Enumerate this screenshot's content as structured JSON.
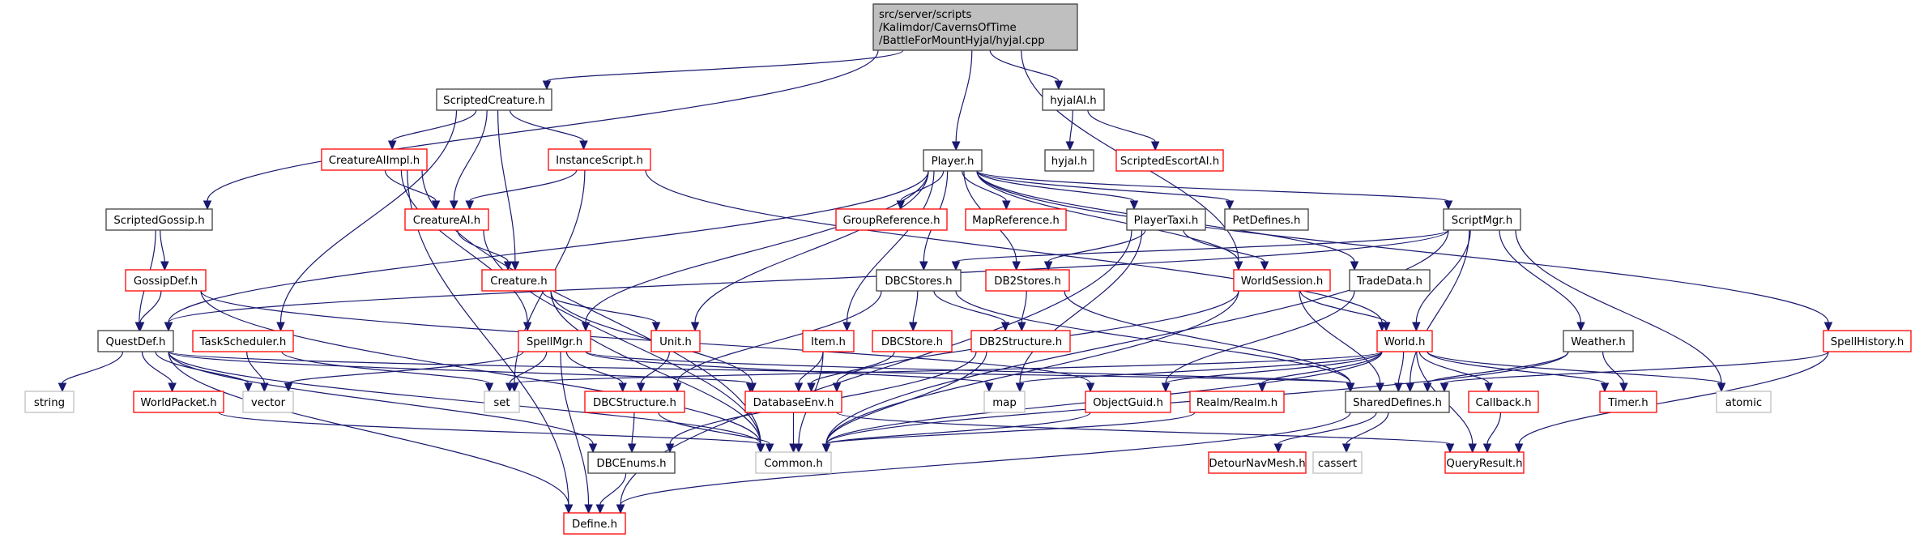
{
  "graph": {
    "title": "src/server/scripts/Kalimdor/CavernsOfTime/BattleForMountHyjal/hyjal.cpp",
    "colors": {
      "edge": "#191970",
      "root_fill": "#bfbfbf",
      "documented_border": "#404040",
      "undocumented_border": "#ff0000",
      "external_border": "#bfbfbf"
    },
    "nodes": [
      {
        "id": "root",
        "label": [
          "src/server/scripts",
          "/Kalimdor/CavernsOfTime",
          "/BattleForMountHyjal/hyjal.cpp"
        ],
        "kind": "root"
      },
      {
        "id": "ScriptedCreature",
        "label": [
          "ScriptedCreature.h"
        ],
        "kind": "doc"
      },
      {
        "id": "hyjalAI",
        "label": [
          "hyjalAI.h"
        ],
        "kind": "doc"
      },
      {
        "id": "CreatureAIImpl",
        "label": [
          "CreatureAIImpl.h"
        ],
        "kind": "red"
      },
      {
        "id": "InstanceScript",
        "label": [
          "InstanceScript.h"
        ],
        "kind": "red"
      },
      {
        "id": "Player",
        "label": [
          "Player.h"
        ],
        "kind": "doc"
      },
      {
        "id": "hyjal",
        "label": [
          "hyjal.h"
        ],
        "kind": "doc"
      },
      {
        "id": "ScriptedEscortAI",
        "label": [
          "ScriptedEscortAI.h"
        ],
        "kind": "red"
      },
      {
        "id": "ScriptedGossip",
        "label": [
          "ScriptedGossip.h"
        ],
        "kind": "doc"
      },
      {
        "id": "CreatureAI",
        "label": [
          "CreatureAI.h"
        ],
        "kind": "red"
      },
      {
        "id": "GroupReference",
        "label": [
          "GroupReference.h"
        ],
        "kind": "red"
      },
      {
        "id": "MapReference",
        "label": [
          "MapReference.h"
        ],
        "kind": "red"
      },
      {
        "id": "PlayerTaxi",
        "label": [
          "PlayerTaxi.h"
        ],
        "kind": "doc"
      },
      {
        "id": "PetDefines",
        "label": [
          "PetDefines.h"
        ],
        "kind": "doc"
      },
      {
        "id": "ScriptMgr",
        "label": [
          "ScriptMgr.h"
        ],
        "kind": "doc"
      },
      {
        "id": "GossipDef",
        "label": [
          "GossipDef.h"
        ],
        "kind": "red"
      },
      {
        "id": "Creature",
        "label": [
          "Creature.h"
        ],
        "kind": "red"
      },
      {
        "id": "DBCStores",
        "label": [
          "DBCStores.h"
        ],
        "kind": "doc"
      },
      {
        "id": "DB2Stores",
        "label": [
          "DB2Stores.h"
        ],
        "kind": "red"
      },
      {
        "id": "WorldSession",
        "label": [
          "WorldSession.h"
        ],
        "kind": "red"
      },
      {
        "id": "TradeData",
        "label": [
          "TradeData.h"
        ],
        "kind": "doc"
      },
      {
        "id": "QuestDef",
        "label": [
          "QuestDef.h"
        ],
        "kind": "doc"
      },
      {
        "id": "TaskScheduler",
        "label": [
          "TaskScheduler.h"
        ],
        "kind": "red"
      },
      {
        "id": "SpellMgr",
        "label": [
          "SpellMgr.h"
        ],
        "kind": "red"
      },
      {
        "id": "Unit",
        "label": [
          "Unit.h"
        ],
        "kind": "red"
      },
      {
        "id": "Item",
        "label": [
          "Item.h"
        ],
        "kind": "red"
      },
      {
        "id": "DBCStore",
        "label": [
          "DBCStore.h"
        ],
        "kind": "red"
      },
      {
        "id": "DB2Structure",
        "label": [
          "DB2Structure.h"
        ],
        "kind": "red"
      },
      {
        "id": "World",
        "label": [
          "World.h"
        ],
        "kind": "red"
      },
      {
        "id": "Weather",
        "label": [
          "Weather.h"
        ],
        "kind": "doc"
      },
      {
        "id": "SpellHistory",
        "label": [
          "SpellHistory.h"
        ],
        "kind": "red"
      },
      {
        "id": "string",
        "label": [
          "string"
        ],
        "kind": "ext"
      },
      {
        "id": "WorldPacket",
        "label": [
          "WorldPacket.h"
        ],
        "kind": "red"
      },
      {
        "id": "vector",
        "label": [
          "vector"
        ],
        "kind": "ext"
      },
      {
        "id": "set",
        "label": [
          "set"
        ],
        "kind": "ext"
      },
      {
        "id": "DBCStructure",
        "label": [
          "DBCStructure.h"
        ],
        "kind": "red"
      },
      {
        "id": "DatabaseEnv",
        "label": [
          "DatabaseEnv.h"
        ],
        "kind": "red"
      },
      {
        "id": "map",
        "label": [
          "map"
        ],
        "kind": "ext"
      },
      {
        "id": "ObjectGuid",
        "label": [
          "ObjectGuid.h"
        ],
        "kind": "red"
      },
      {
        "id": "RealmRealm",
        "label": [
          "Realm/Realm.h"
        ],
        "kind": "red"
      },
      {
        "id": "SharedDefines",
        "label": [
          "SharedDefines.h"
        ],
        "kind": "doc"
      },
      {
        "id": "Callback",
        "label": [
          "Callback.h"
        ],
        "kind": "red"
      },
      {
        "id": "Timer",
        "label": [
          "Timer.h"
        ],
        "kind": "red"
      },
      {
        "id": "atomic",
        "label": [
          "atomic"
        ],
        "kind": "ext"
      },
      {
        "id": "DBCEnums",
        "label": [
          "DBCEnums.h"
        ],
        "kind": "doc"
      },
      {
        "id": "Common",
        "label": [
          "Common.h"
        ],
        "kind": "ext"
      },
      {
        "id": "DetourNavMesh",
        "label": [
          "DetourNavMesh.h"
        ],
        "kind": "red"
      },
      {
        "id": "cassert",
        "label": [
          "cassert"
        ],
        "kind": "ext"
      },
      {
        "id": "QueryResult",
        "label": [
          "QueryResult.h"
        ],
        "kind": "red"
      },
      {
        "id": "Define",
        "label": [
          "Define.h"
        ],
        "kind": "red"
      }
    ],
    "edges": [
      [
        "root",
        "ScriptedCreature"
      ],
      [
        "root",
        "Player"
      ],
      [
        "root",
        "hyjalAI"
      ],
      [
        "root",
        "ScriptedGossip"
      ],
      [
        "root",
        "WorldSession"
      ],
      [
        "ScriptedCreature",
        "CreatureAIImpl"
      ],
      [
        "ScriptedCreature",
        "CreatureAI"
      ],
      [
        "ScriptedCreature",
        "InstanceScript"
      ],
      [
        "ScriptedCreature",
        "Creature"
      ],
      [
        "ScriptedCreature",
        "TaskScheduler"
      ],
      [
        "hyjalAI",
        "hyjal"
      ],
      [
        "hyjalAI",
        "ScriptedEscortAI"
      ],
      [
        "CreatureAIImpl",
        "CreatureAI"
      ],
      [
        "CreatureAIImpl",
        "SpellMgr"
      ],
      [
        "CreatureAIImpl",
        "Define"
      ],
      [
        "CreatureAIImpl",
        "Common"
      ],
      [
        "InstanceScript",
        "CreatureAI"
      ],
      [
        "InstanceScript",
        "World"
      ],
      [
        "InstanceScript",
        "set"
      ],
      [
        "CreatureAI",
        "Creature"
      ],
      [
        "CreatureAI",
        "Common"
      ],
      [
        "Player",
        "GroupReference"
      ],
      [
        "Player",
        "MapReference"
      ],
      [
        "Player",
        "PlayerTaxi"
      ],
      [
        "Player",
        "PetDefines"
      ],
      [
        "Player",
        "ScriptMgr"
      ],
      [
        "Player",
        "DBCStores"
      ],
      [
        "Player",
        "DB2Stores"
      ],
      [
        "Player",
        "WorldSession"
      ],
      [
        "Player",
        "TradeData"
      ],
      [
        "Player",
        "SpellHistory"
      ],
      [
        "Player",
        "QuestDef"
      ],
      [
        "Player",
        "SpellMgr"
      ],
      [
        "Player",
        "Unit"
      ],
      [
        "Player",
        "Item"
      ],
      [
        "ScriptedGossip",
        "GossipDef"
      ],
      [
        "ScriptedGossip",
        "QuestDef"
      ],
      [
        "GossipDef",
        "QuestDef"
      ],
      [
        "GossipDef",
        "ObjectGuid"
      ],
      [
        "GossipDef",
        "Common"
      ],
      [
        "Creature",
        "Unit"
      ],
      [
        "Creature",
        "DatabaseEnv"
      ],
      [
        "Creature",
        "Common"
      ],
      [
        "PlayerTaxi",
        "DB2Stores"
      ],
      [
        "PlayerTaxi",
        "WorldSession"
      ],
      [
        "PlayerTaxi",
        "map"
      ],
      [
        "PlayerTaxi",
        "Define"
      ],
      [
        "ScriptMgr",
        "World"
      ],
      [
        "ScriptMgr",
        "Weather"
      ],
      [
        "ScriptMgr",
        "SharedDefines"
      ],
      [
        "ScriptMgr",
        "atomic"
      ],
      [
        "ScriptMgr",
        "Common"
      ],
      [
        "ScriptMgr",
        "DBCStores"
      ],
      [
        "ScriptMgr",
        "QuestDef"
      ],
      [
        "DBCStores",
        "DBCStore"
      ],
      [
        "DBCStores",
        "DB2Structure"
      ],
      [
        "DBCStores",
        "DBCStructure"
      ],
      [
        "DBCStores",
        "SharedDefines"
      ],
      [
        "DB2Stores",
        "DB2Structure"
      ],
      [
        "DB2Stores",
        "SharedDefines"
      ],
      [
        "WorldSession",
        "World"
      ],
      [
        "WorldSession",
        "DatabaseEnv"
      ],
      [
        "WorldSession",
        "SharedDefines"
      ],
      [
        "WorldSession",
        "Common"
      ],
      [
        "TradeData",
        "ObjectGuid"
      ],
      [
        "QuestDef",
        "string"
      ],
      [
        "QuestDef",
        "WorldPacket"
      ],
      [
        "QuestDef",
        "vector"
      ],
      [
        "QuestDef",
        "DatabaseEnv"
      ],
      [
        "QuestDef",
        "SharedDefines"
      ],
      [
        "QuestDef",
        "DBCEnums"
      ],
      [
        "QuestDef",
        "Define"
      ],
      [
        "QuestDef",
        "Common"
      ],
      [
        "TaskScheduler",
        "vector"
      ],
      [
        "TaskScheduler",
        "set"
      ],
      [
        "SpellMgr",
        "DBCStructure"
      ],
      [
        "SpellMgr",
        "set"
      ],
      [
        "SpellMgr",
        "vector"
      ],
      [
        "SpellMgr",
        "SharedDefines"
      ],
      [
        "SpellMgr",
        "Define"
      ],
      [
        "SpellMgr",
        "map"
      ],
      [
        "Unit",
        "DBCStructure"
      ],
      [
        "Item",
        "DatabaseEnv"
      ],
      [
        "Item",
        "Common"
      ],
      [
        "DBCStore",
        "DatabaseEnv"
      ],
      [
        "DB2Structure",
        "DBCEnums"
      ],
      [
        "DB2Structure",
        "Common"
      ],
      [
        "World",
        "SharedDefines"
      ],
      [
        "World",
        "ObjectGuid"
      ],
      [
        "World",
        "RealmRealm"
      ],
      [
        "World",
        "Callback"
      ],
      [
        "World",
        "Timer"
      ],
      [
        "World",
        "atomic"
      ],
      [
        "World",
        "QueryResult"
      ],
      [
        "World",
        "map"
      ],
      [
        "World",
        "set"
      ],
      [
        "World",
        "Common"
      ],
      [
        "Weather",
        "SharedDefines"
      ],
      [
        "Weather",
        "Timer"
      ],
      [
        "Weather",
        "Common"
      ],
      [
        "SpellHistory",
        "SharedDefines"
      ],
      [
        "SpellHistory",
        "QueryResult"
      ],
      [
        "WorldPacket",
        "Common"
      ],
      [
        "DBCStructure",
        "DBCEnums"
      ],
      [
        "DBCStructure",
        "Common"
      ],
      [
        "DatabaseEnv",
        "Common"
      ],
      [
        "DatabaseEnv",
        "QueryResult"
      ],
      [
        "ObjectGuid",
        "Common"
      ],
      [
        "RealmRealm",
        "Common"
      ],
      [
        "SharedDefines",
        "DetourNavMesh"
      ],
      [
        "SharedDefines",
        "cassert"
      ],
      [
        "SharedDefines",
        "Define"
      ],
      [
        "Callback",
        "QueryResult"
      ],
      [
        "DBCEnums",
        "Define"
      ]
    ]
  }
}
